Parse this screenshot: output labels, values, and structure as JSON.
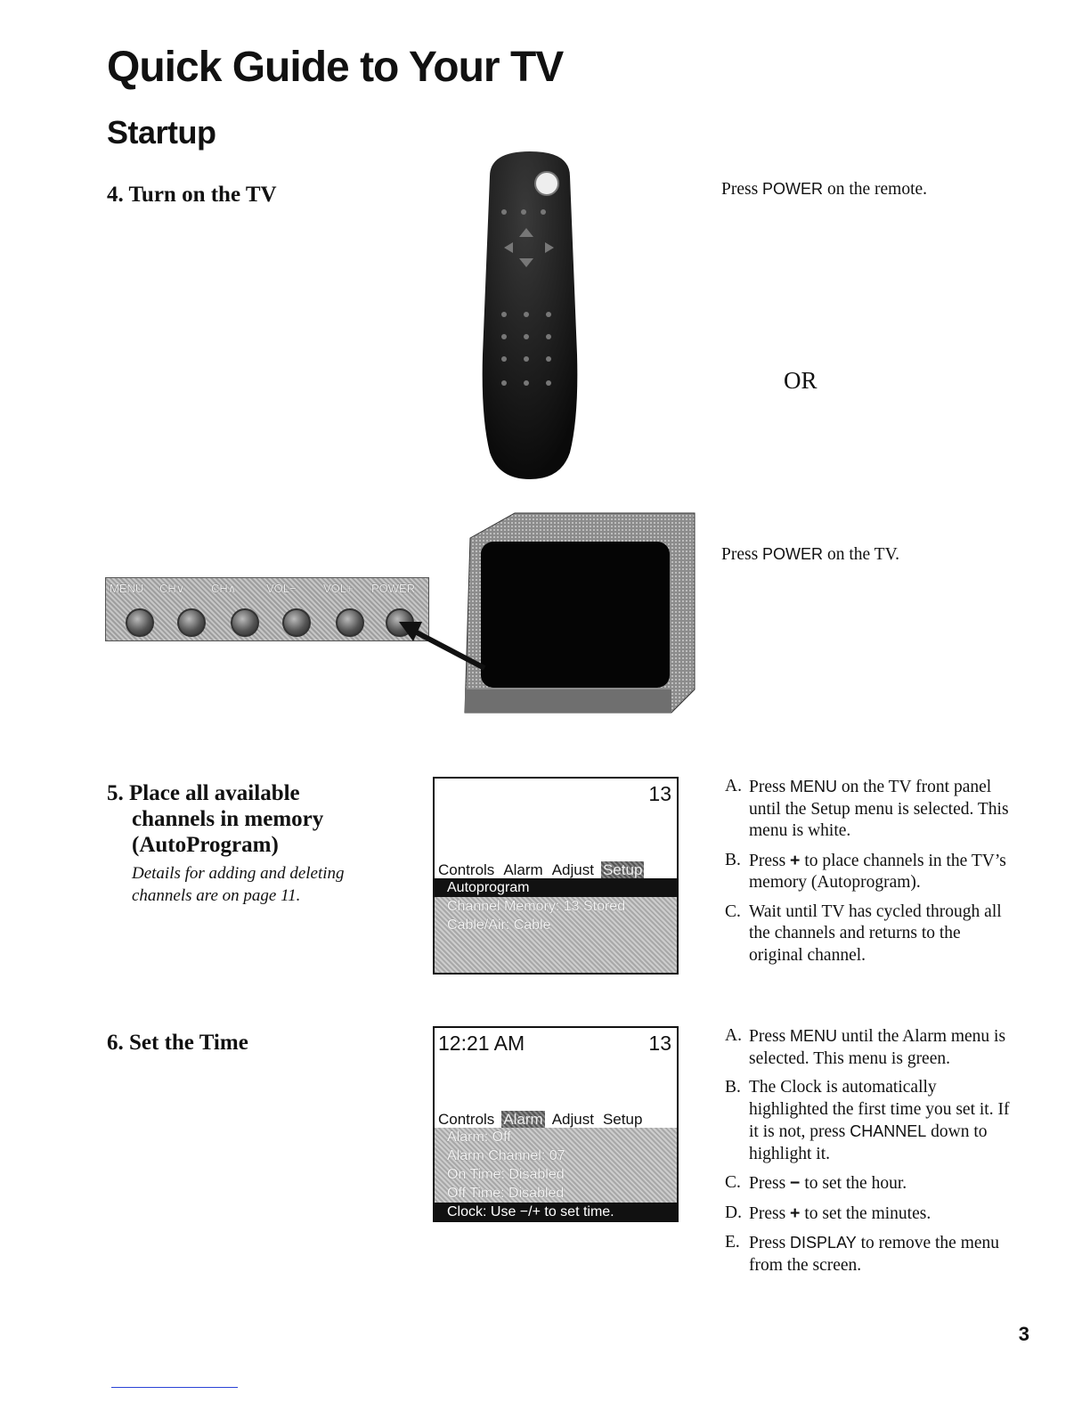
{
  "page_title": "Quick Guide to Your TV",
  "section_title": "Startup",
  "step4": {
    "title": "4. Turn on the TV",
    "remote_instruction_pre": "Press ",
    "remote_instruction_key": "POWER",
    "remote_instruction_post": " on the remote.",
    "or_label": "OR",
    "tv_instruction_pre": "Press ",
    "tv_instruction_key": "POWER",
    "tv_instruction_post": " on the TV.",
    "front_panel_labels": [
      "MENU",
      "CH∨",
      "CH∧",
      "VOL−",
      "VOL+",
      "POWER"
    ]
  },
  "step5": {
    "title_line1": "5. Place all available",
    "title_line2": "channels in memory",
    "title_line3": "(AutoProgram)",
    "note_line1": "Details for adding and deleting",
    "note_line2": "channels are on page 11.",
    "screen": {
      "channel": "13",
      "tabs": [
        "Controls",
        "Alarm",
        "Adjust",
        "Setup"
      ],
      "active_tab": "Setup",
      "menu_items": [
        "Autoprogram",
        "Channel Memory: 13 Stored",
        "Cable/Air: Cable"
      ],
      "selected_item": "Autoprogram"
    },
    "instructions": [
      {
        "letter": "A.",
        "pre": "Press ",
        "key": "MENU",
        "post": " on the TV front panel until the Setup menu is selected.  This menu is white."
      },
      {
        "letter": "B.",
        "pre": "Press ",
        "key": "+",
        "post": " to place channels in the TV’s memory (Autoprogram)."
      },
      {
        "letter": "C.",
        "pre": "Wait until TV has cycled through all the channels and returns to the original channel.",
        "key": "",
        "post": ""
      }
    ]
  },
  "step6": {
    "title": "6. Set the Time",
    "screen": {
      "time": "12:21 AM",
      "channel": "13",
      "tabs": [
        "Controls",
        "Alarm",
        "Adjust",
        "Setup"
      ],
      "active_tab": "Alarm",
      "menu_items": [
        "Alarm: Off",
        "Alarm Channel: 07",
        "On Time:  Disabled",
        "Off Time:  Disabled",
        "Clock:  Use −/+ to set time."
      ],
      "selected_item": "Clock:  Use −/+ to set time."
    },
    "instructions": [
      {
        "letter": "A.",
        "pre": "Press ",
        "key": "MENU",
        "post": " until the Alarm menu is selected.  This menu is green."
      },
      {
        "letter": "B.",
        "pre": "The Clock is automatically highlighted the first time you set it.  If it is not, press ",
        "key": "CHANNEL",
        "post": " down to highlight it."
      },
      {
        "letter": "C.",
        "pre": "Press ",
        "key": "−",
        "post": " to set the hour."
      },
      {
        "letter": "D.",
        "pre": "Press ",
        "key": "+",
        "post": " to set the minutes."
      },
      {
        "letter": "E.",
        "pre": "Press ",
        "key": "DISPLAY",
        "post": " to remove the menu from the screen."
      }
    ]
  },
  "page_number": "3"
}
